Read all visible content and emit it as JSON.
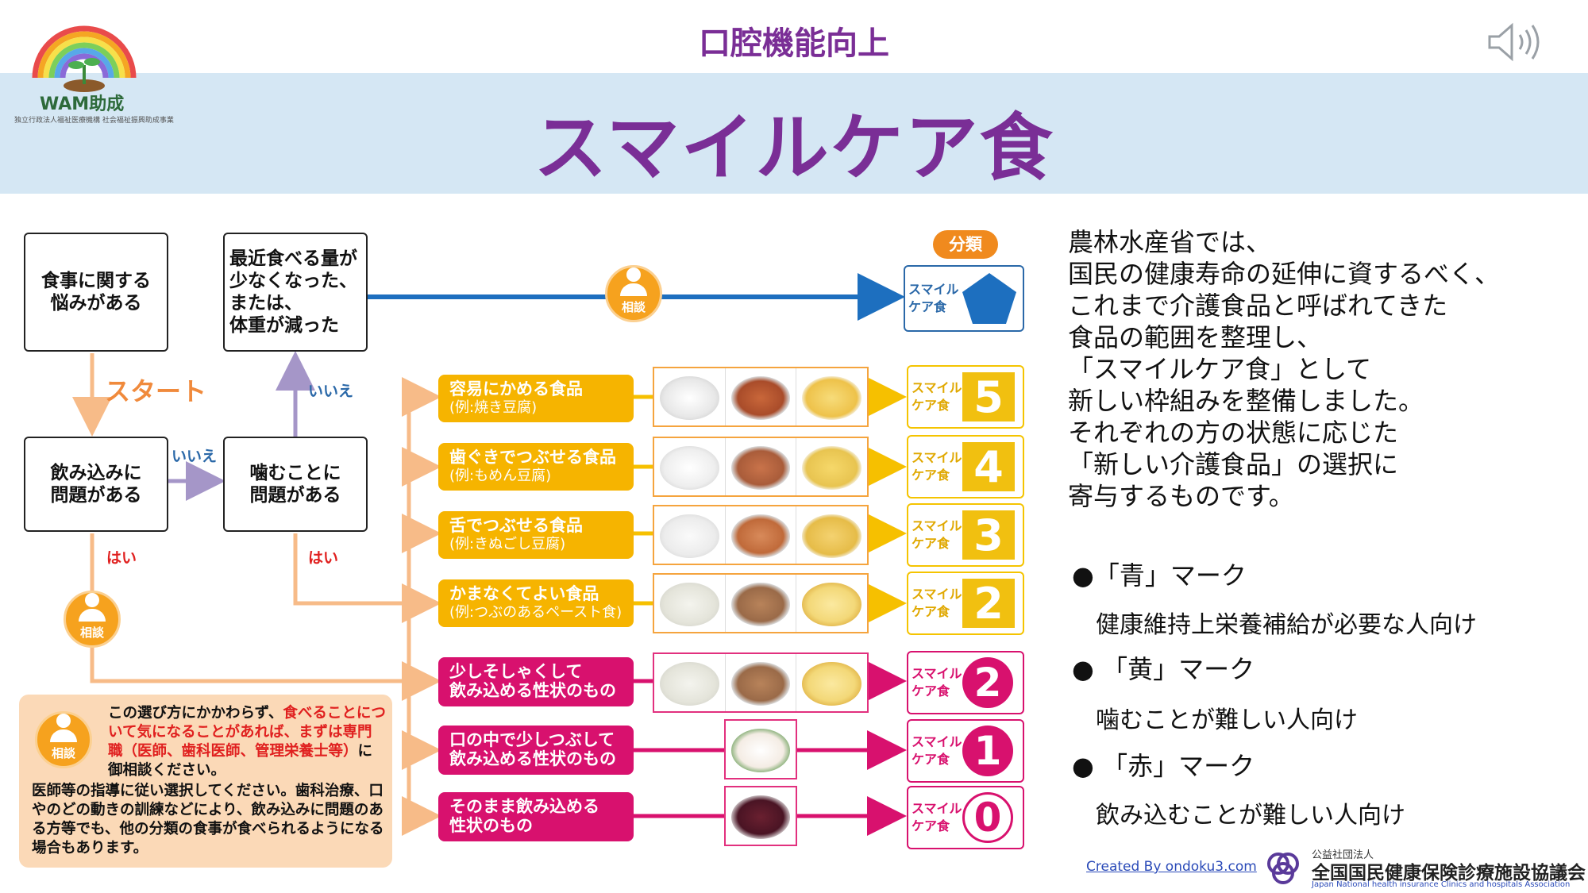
{
  "header": {
    "subtitle": "口腔機能向上",
    "title": "スマイルケア食"
  },
  "logo": {
    "name": "WAM助成",
    "sub": "独立行政法人福祉医療機構 社会福祉振興助成事業"
  },
  "flow": {
    "box1": "食事に関する\n悩みがある",
    "box2": "最近食べる量が\n少なくなった、\nまたは、\n体重が減った",
    "box3": "飲み込みに\n問題がある",
    "box4": "噛むことに\n問題がある",
    "start": "スタート",
    "iie1": "いいえ",
    "iie2": "いいえ",
    "hai1": "はい",
    "hai2": "はい",
    "consult": "相談"
  },
  "classification_label": "分類",
  "blue_badge": "スマイル\nケア食",
  "rows": [
    {
      "label": "容易にかめる食品",
      "example": "(例:焼き豆腐)",
      "badge_text": "スマイル\nケア食",
      "number": "5",
      "color": "yellow"
    },
    {
      "label": "歯ぐきでつぶせる食品",
      "example": "(例:もめん豆腐)",
      "badge_text": "スマイル\nケア食",
      "number": "4",
      "color": "yellow"
    },
    {
      "label": "舌でつぶせる食品",
      "example": "(例:きぬごし豆腐)",
      "badge_text": "スマイル\nケア食",
      "number": "3",
      "color": "yellow"
    },
    {
      "label": "かまなくてよい食品",
      "example": "(例:つぶのあるペースト食)",
      "badge_text": "スマイル\nケア食",
      "number": "2",
      "color": "yellow"
    },
    {
      "label": "少しそしゃくして\n飲み込める性状のもの",
      "example": "",
      "badge_text": "スマイル\nケア食",
      "number": "2",
      "color": "red"
    },
    {
      "label": "口の中で少しつぶして\n飲み込める性状のもの",
      "example": "",
      "badge_text": "スマイル\nケア食",
      "number": "1",
      "color": "red"
    },
    {
      "label": "そのまま飲み込める\n性状のもの",
      "example": "",
      "badge_text": "スマイル\nケア食",
      "number": "0",
      "color": "red"
    }
  ],
  "note": {
    "main_a": "この選び方にかかわらず、",
    "main_b": "食べることについて気になることがあれば、まずは専門職（医師、歯科医師、管理栄養士等）",
    "main_c": "に御相談ください。",
    "sub": "医師等の指導に従い選択してください。歯科治療、口やのどの動きの訓練などにより、飲み込みに問題のある方等でも、他の分類の食事が食べられるようになる場合もあります。"
  },
  "right": {
    "lines": [
      "農林水産省では、",
      "国民の健康寿命の延伸に資するべく、",
      "これまで介護食品と呼ばれてきた",
      "食品の範囲を整理し、",
      "「スマイルケア食」として",
      "新しい枠組みを整備しました。",
      "それぞれの方の状態に応じた",
      "「新しい介護食品」の選択に",
      "寄与するものです。"
    ],
    "marks": [
      {
        "title": "●「青」マーク",
        "desc": "健康維持上栄養補給が必要な人向け"
      },
      {
        "title": "●  「黄」マーク",
        "desc": "噛むことが難しい人向け"
      },
      {
        "title": "●  「赤」マーク",
        "desc": "飲み込むことが難しい人向け"
      }
    ]
  },
  "footer": {
    "created": "Created By ondoku3.com",
    "assoc_small": "公益社団法人",
    "assoc_name": "全国国民健康保険診療施設協議会",
    "assoc_en": "Japan National health insurance Clinics and hospitals Association"
  },
  "colors": {
    "title": "#7a2e96",
    "band": "#d5e7f4",
    "yellow": "#f6b400",
    "red": "#d8116e",
    "blue": "#2a68a8",
    "orange": "#f08a1e"
  }
}
